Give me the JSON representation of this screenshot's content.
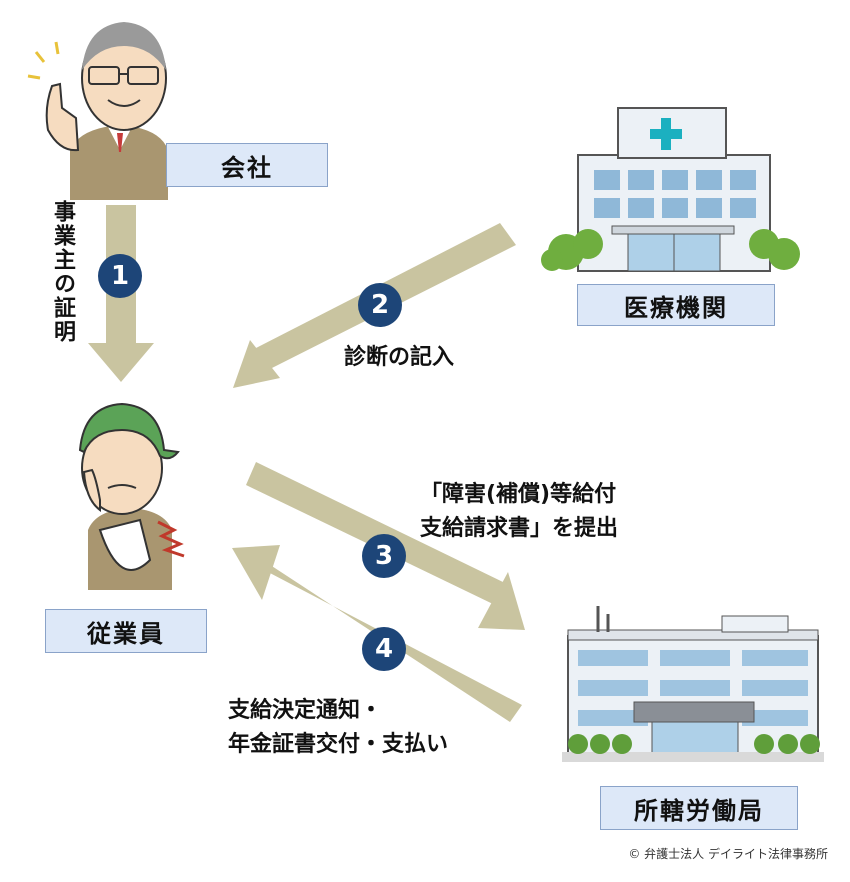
{
  "nodes": {
    "company": "会社",
    "hospital": "医療機関",
    "employee": "従業員",
    "labor_office": "所轄労働局"
  },
  "steps": [
    {
      "number": "1",
      "label": "事業主の証明"
    },
    {
      "number": "2",
      "label": "診断の記入"
    },
    {
      "number": "3",
      "label_lines": [
        "「障害(補償)等給付",
        "支給請求書」を提出"
      ]
    },
    {
      "number": "4",
      "label_lines": [
        "支給決定通知・",
        "年金証書交付・支払い"
      ]
    }
  ],
  "copyright": "© 弁護士法人 デイライト法律事務所",
  "colors": {
    "arrow": "#c9c4a0",
    "badge": "#1d4578",
    "label_bg": "#dde8f8",
    "label_border": "#8aa3c9"
  }
}
